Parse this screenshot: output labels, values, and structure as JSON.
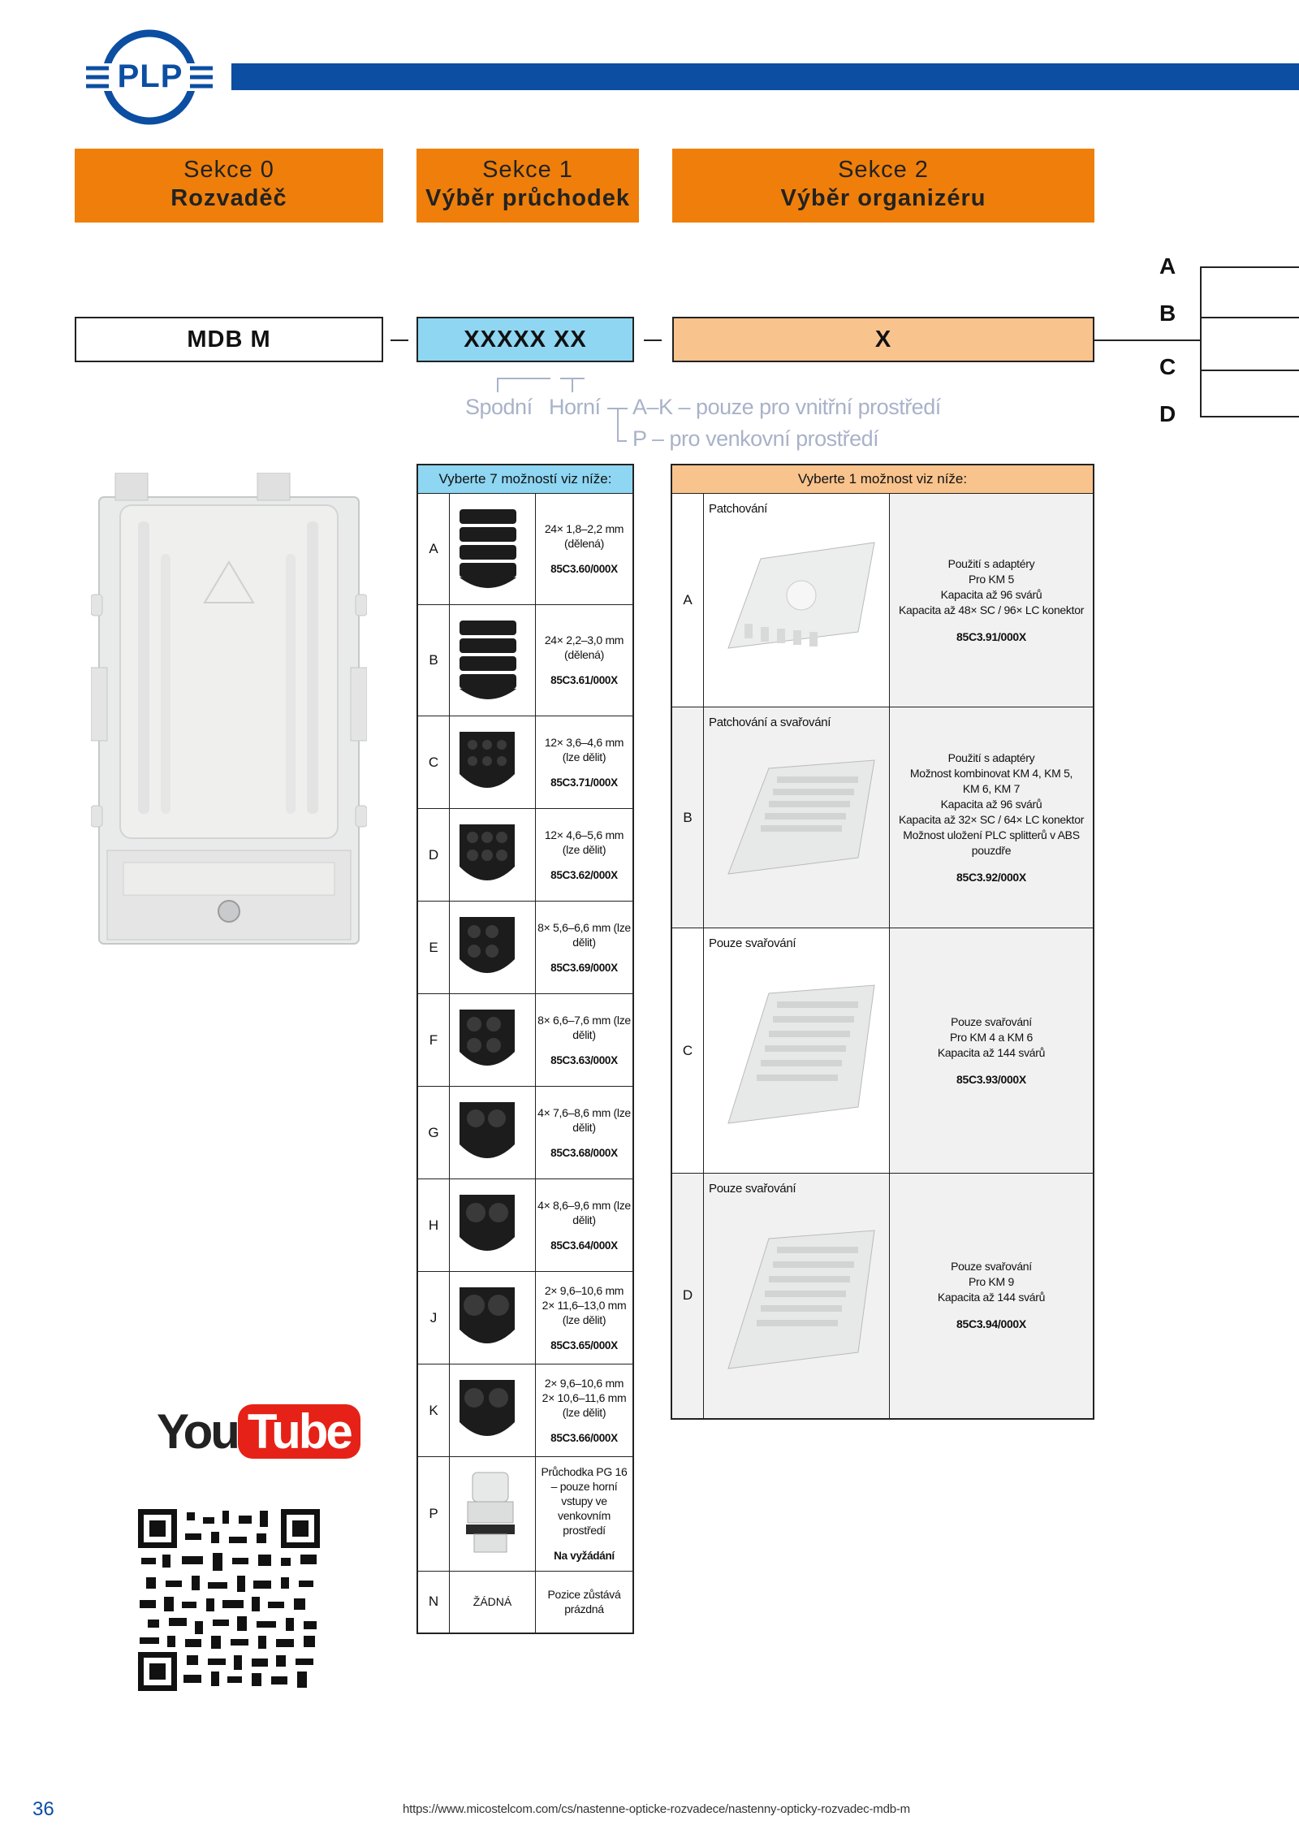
{
  "header": {
    "logo_text": "PLP",
    "brand_color": "#0b4ea2"
  },
  "sections": [
    {
      "line1": "Sekce 0",
      "line2": "Rozvaděč"
    },
    {
      "line1": "Sekce 1",
      "line2": "Výběr průchodek"
    },
    {
      "line1": "Sekce 2",
      "line2": "Výběr organizéru"
    }
  ],
  "code": {
    "part0": "MDB M",
    "part1": "XXXXX XX",
    "part2": "X",
    "dash": "—",
    "part1_color": "#8ed6f2",
    "part2_color": "#f8c38d"
  },
  "labels": {
    "spodni": "Spodní",
    "horni": "Horní",
    "option_ak": "A–K – pouze pro vnitřní prostředí",
    "option_p": "P – pro venkovní prostředí"
  },
  "side_letters": [
    "A",
    "B",
    "C",
    "D"
  ],
  "table1": {
    "header": "Vyberte 7 možností viz níže:",
    "rows": [
      {
        "letter": "A",
        "desc": "24× 1,8–2,2 mm (dělená)",
        "code": "85C3.60/000X"
      },
      {
        "letter": "B",
        "desc": "24× 2,2–3,0 mm (dělená)",
        "code": "85C3.61/000X"
      },
      {
        "letter": "C",
        "desc": "12× 3,6–4,6 mm (lze dělit)",
        "code": "85C3.71/000X"
      },
      {
        "letter": "D",
        "desc": "12× 4,6–5,6 mm (lze dělit)",
        "code": "85C3.62/000X"
      },
      {
        "letter": "E",
        "desc": "8× 5,6–6,6 mm (lze dělit)",
        "code": "85C3.69/000X"
      },
      {
        "letter": "F",
        "desc": "8× 6,6–7,6 mm (lze dělit)",
        "code": "85C3.63/000X"
      },
      {
        "letter": "G",
        "desc": "4× 7,6–8,6 mm (lze dělit)",
        "code": "85C3.68/000X"
      },
      {
        "letter": "H",
        "desc": "4× 8,6–9,6 mm (lze dělit)",
        "code": "85C3.64/000X"
      },
      {
        "letter": "J",
        "desc": "2× 9,6–10,6 mm 2× 11,6–13,0 mm (lze dělit)",
        "code": "85C3.65/000X"
      },
      {
        "letter": "K",
        "desc": "2× 9,6–10,6 mm 2× 10,6–11,6 mm (lze dělit)",
        "code": "85C3.66/000X"
      },
      {
        "letter": "P",
        "desc": "Průchodka PG 16 – pouze horní vstupy ve venkovním prostředí",
        "code": "Na vyžádání"
      },
      {
        "letter": "N",
        "image_text": "ŽÁDNÁ",
        "desc": "Pozice zůstává prázdná",
        "code": ""
      }
    ]
  },
  "table2": {
    "header": "Vyberte 1 možnost viz níže:",
    "rows": [
      {
        "letter": "A",
        "caption": "Patchování",
        "desc": [
          "Použití s adaptéry",
          "Pro KM 5",
          "Kapacita až 96 svárů",
          "Kapacita až 48× SC / 96× LC konektor"
        ],
        "code": "85C3.91/000X"
      },
      {
        "letter": "B",
        "caption": "Patchování a svařování",
        "desc": [
          "Použití s adaptéry",
          "Možnost kombinovat KM 4, KM 5,",
          "KM 6, KM 7",
          "Kapacita až 96 svárů",
          "Kapacita až 32× SC / 64× LC konektor",
          "Možnost uložení PLC splitterů v ABS",
          "pouzdře"
        ],
        "code": "85C3.92/000X"
      },
      {
        "letter": "C",
        "caption": "Pouze svařování",
        "desc": [
          "Pouze svařování",
          "Pro KM 4 a KM 6",
          "Kapacita až 144 svárů"
        ],
        "code": "85C3.93/000X"
      },
      {
        "letter": "D",
        "caption": "Pouze svařování",
        "desc": [
          "Pouze svařování",
          "Pro KM 9",
          "Kapacita až 144 svárů"
        ],
        "code": "85C3.94/000X"
      }
    ]
  },
  "youtube": {
    "you": "You",
    "tube": "Tube"
  },
  "footer": {
    "page_number": "36",
    "url": "https://www.micostelcom.com/cs/nastenne-opticke-rozvadece/nastenny-opticky-rozvadec-mdb-m"
  }
}
